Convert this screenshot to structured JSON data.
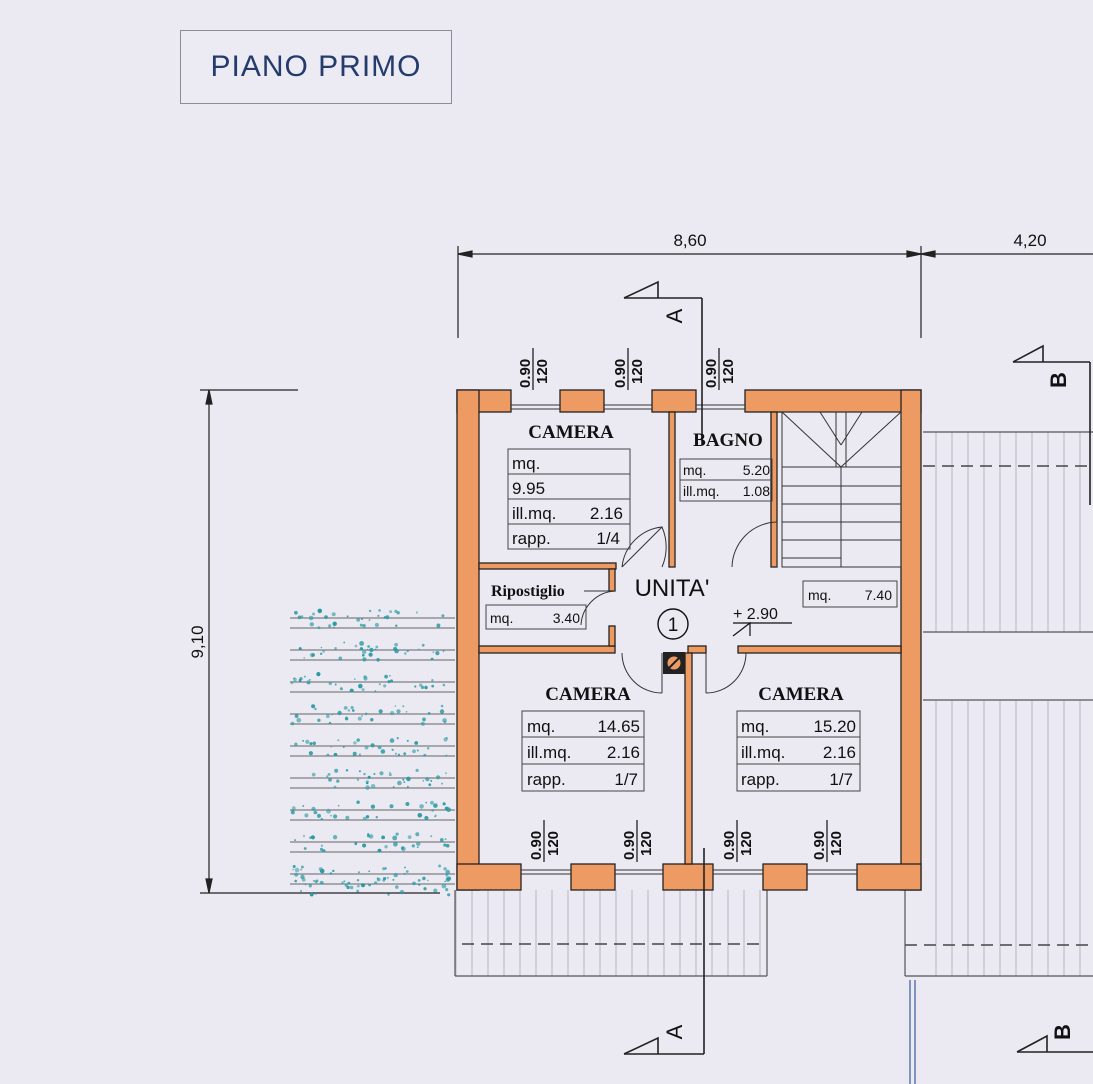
{
  "title": "PIANO PRIMO",
  "colors": {
    "wall": "#ee9a63",
    "line": "#1a1a1a",
    "background": "#ebeaf3",
    "title": "#243c6c",
    "plant": "#2c9aa3"
  },
  "dimensions": {
    "width": "8,60",
    "width_right": "4,20",
    "height": "9,10"
  },
  "sections": {
    "a": "A",
    "b": "B"
  },
  "unit": {
    "label": "UNITA'",
    "number": "1",
    "level": "+ 2.90"
  },
  "window_label": {
    "top": "0.90",
    "bottom": "120"
  },
  "rooms": {
    "camera_nw": {
      "name": "CAMERA",
      "r1": "mq.",
      "r2": "9.95",
      "r3_label": "ill.mq.",
      "r3_value": "2.16",
      "r4_label": "rapp.",
      "r4_value": "1/4"
    },
    "bagno": {
      "name": "BAGNO",
      "r1_label": "mq.",
      "r1_value": "5.20",
      "r2_label": "ill.mq.",
      "r2_value": "1.08"
    },
    "ripostiglio": {
      "name": "Ripostiglio",
      "r1_label": "mq.",
      "r1_value": "3.40"
    },
    "disimpegno": {
      "r1_label": "mq.",
      "r1_value": "7.40"
    },
    "camera_sw": {
      "name": "CAMERA",
      "r1_label": "mq.",
      "r1_value": "14.65",
      "r2_label": "ill.mq.",
      "r2_value": "2.16",
      "r3_label": "rapp.",
      "r3_value": "1/7"
    },
    "camera_se": {
      "name": "CAMERA",
      "r1_label": "mq.",
      "r1_value": "15.20",
      "r2_label": "ill.mq.",
      "r2_value": "2.16",
      "r3_label": "rapp.",
      "r3_value": "1/7"
    }
  }
}
